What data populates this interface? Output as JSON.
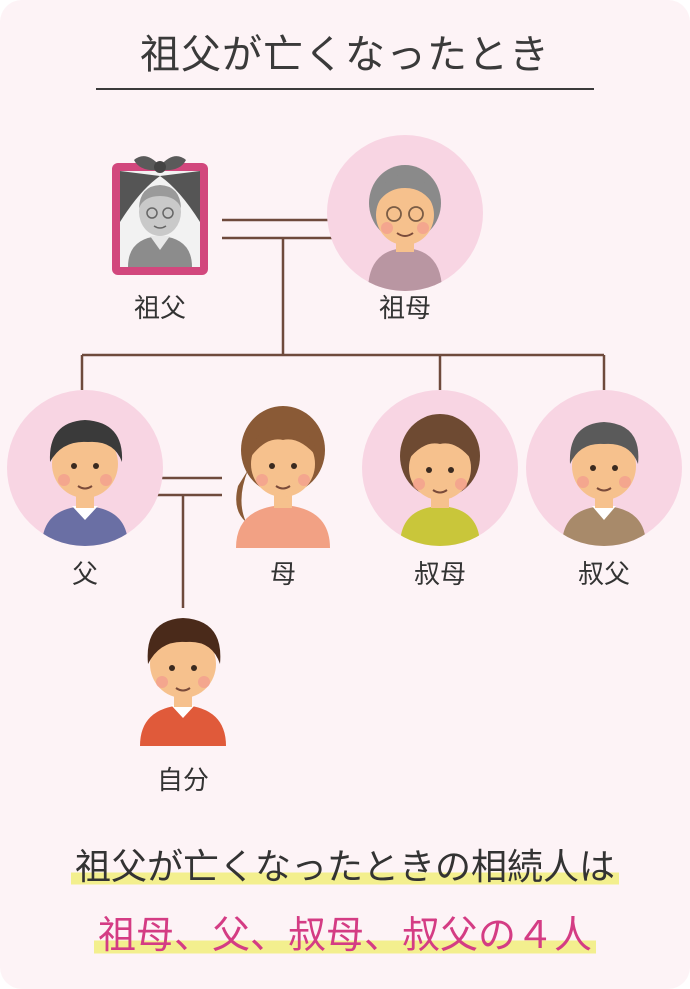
{
  "title": "祖父が亡くなったとき",
  "people": {
    "grandfather": "祖父",
    "grandmother": "祖母",
    "father": "父",
    "mother": "母",
    "aunt": "叔母",
    "uncle": "叔父",
    "self": "自分"
  },
  "summary": {
    "line1": "祖父が亡くなったときの相続人は",
    "line2": "祖母、父、叔母、叔父の４人"
  },
  "colors": {
    "background": "#fdf3f6",
    "circle": "#f8d5e3",
    "line": "#6e4a3c",
    "highlight_text": "#d43c84",
    "marker": "#f3ef8e",
    "frame": "#d2477d"
  }
}
